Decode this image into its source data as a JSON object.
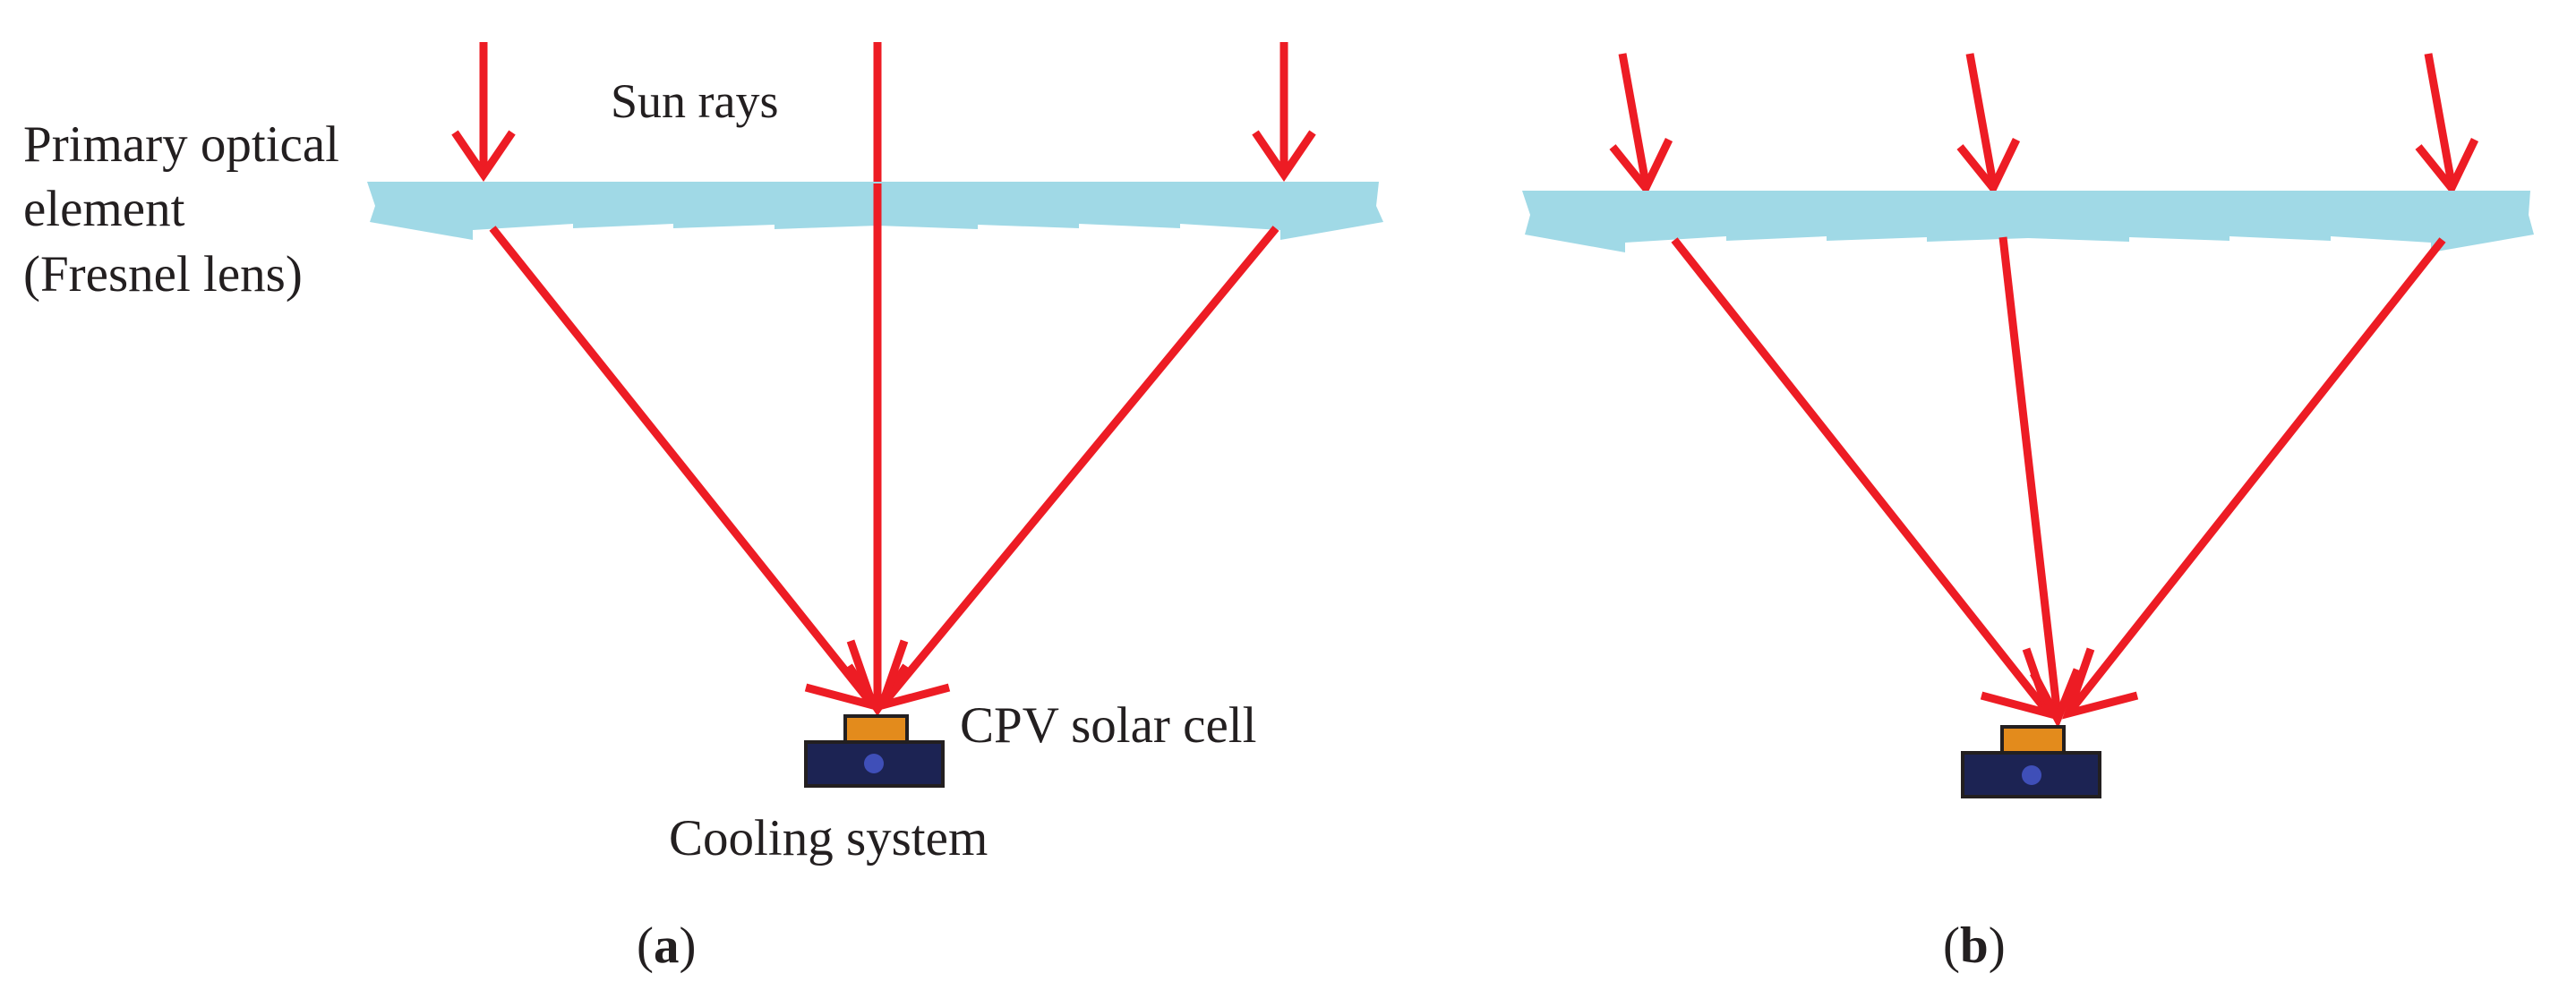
{
  "labels": {
    "sun_rays": "Sun rays",
    "primary_line1": "Primary optical",
    "primary_line2": "element",
    "primary_line3": "(Fresnel lens)",
    "cpv_cell": "CPV solar cell",
    "cooling": "Cooling system",
    "panel_a_open": "(",
    "panel_a_letter": "a",
    "panel_a_close": ")",
    "panel_b_open": "(",
    "panel_b_letter": "b",
    "panel_b_close": ")"
  },
  "colors": {
    "ray": "#ed1c24",
    "lens": "#a0d9e6",
    "cell": "#e38b1c",
    "cooling": "#1c2353",
    "cooling_dot": "#3f4fb8",
    "text": "#231f20"
  }
}
